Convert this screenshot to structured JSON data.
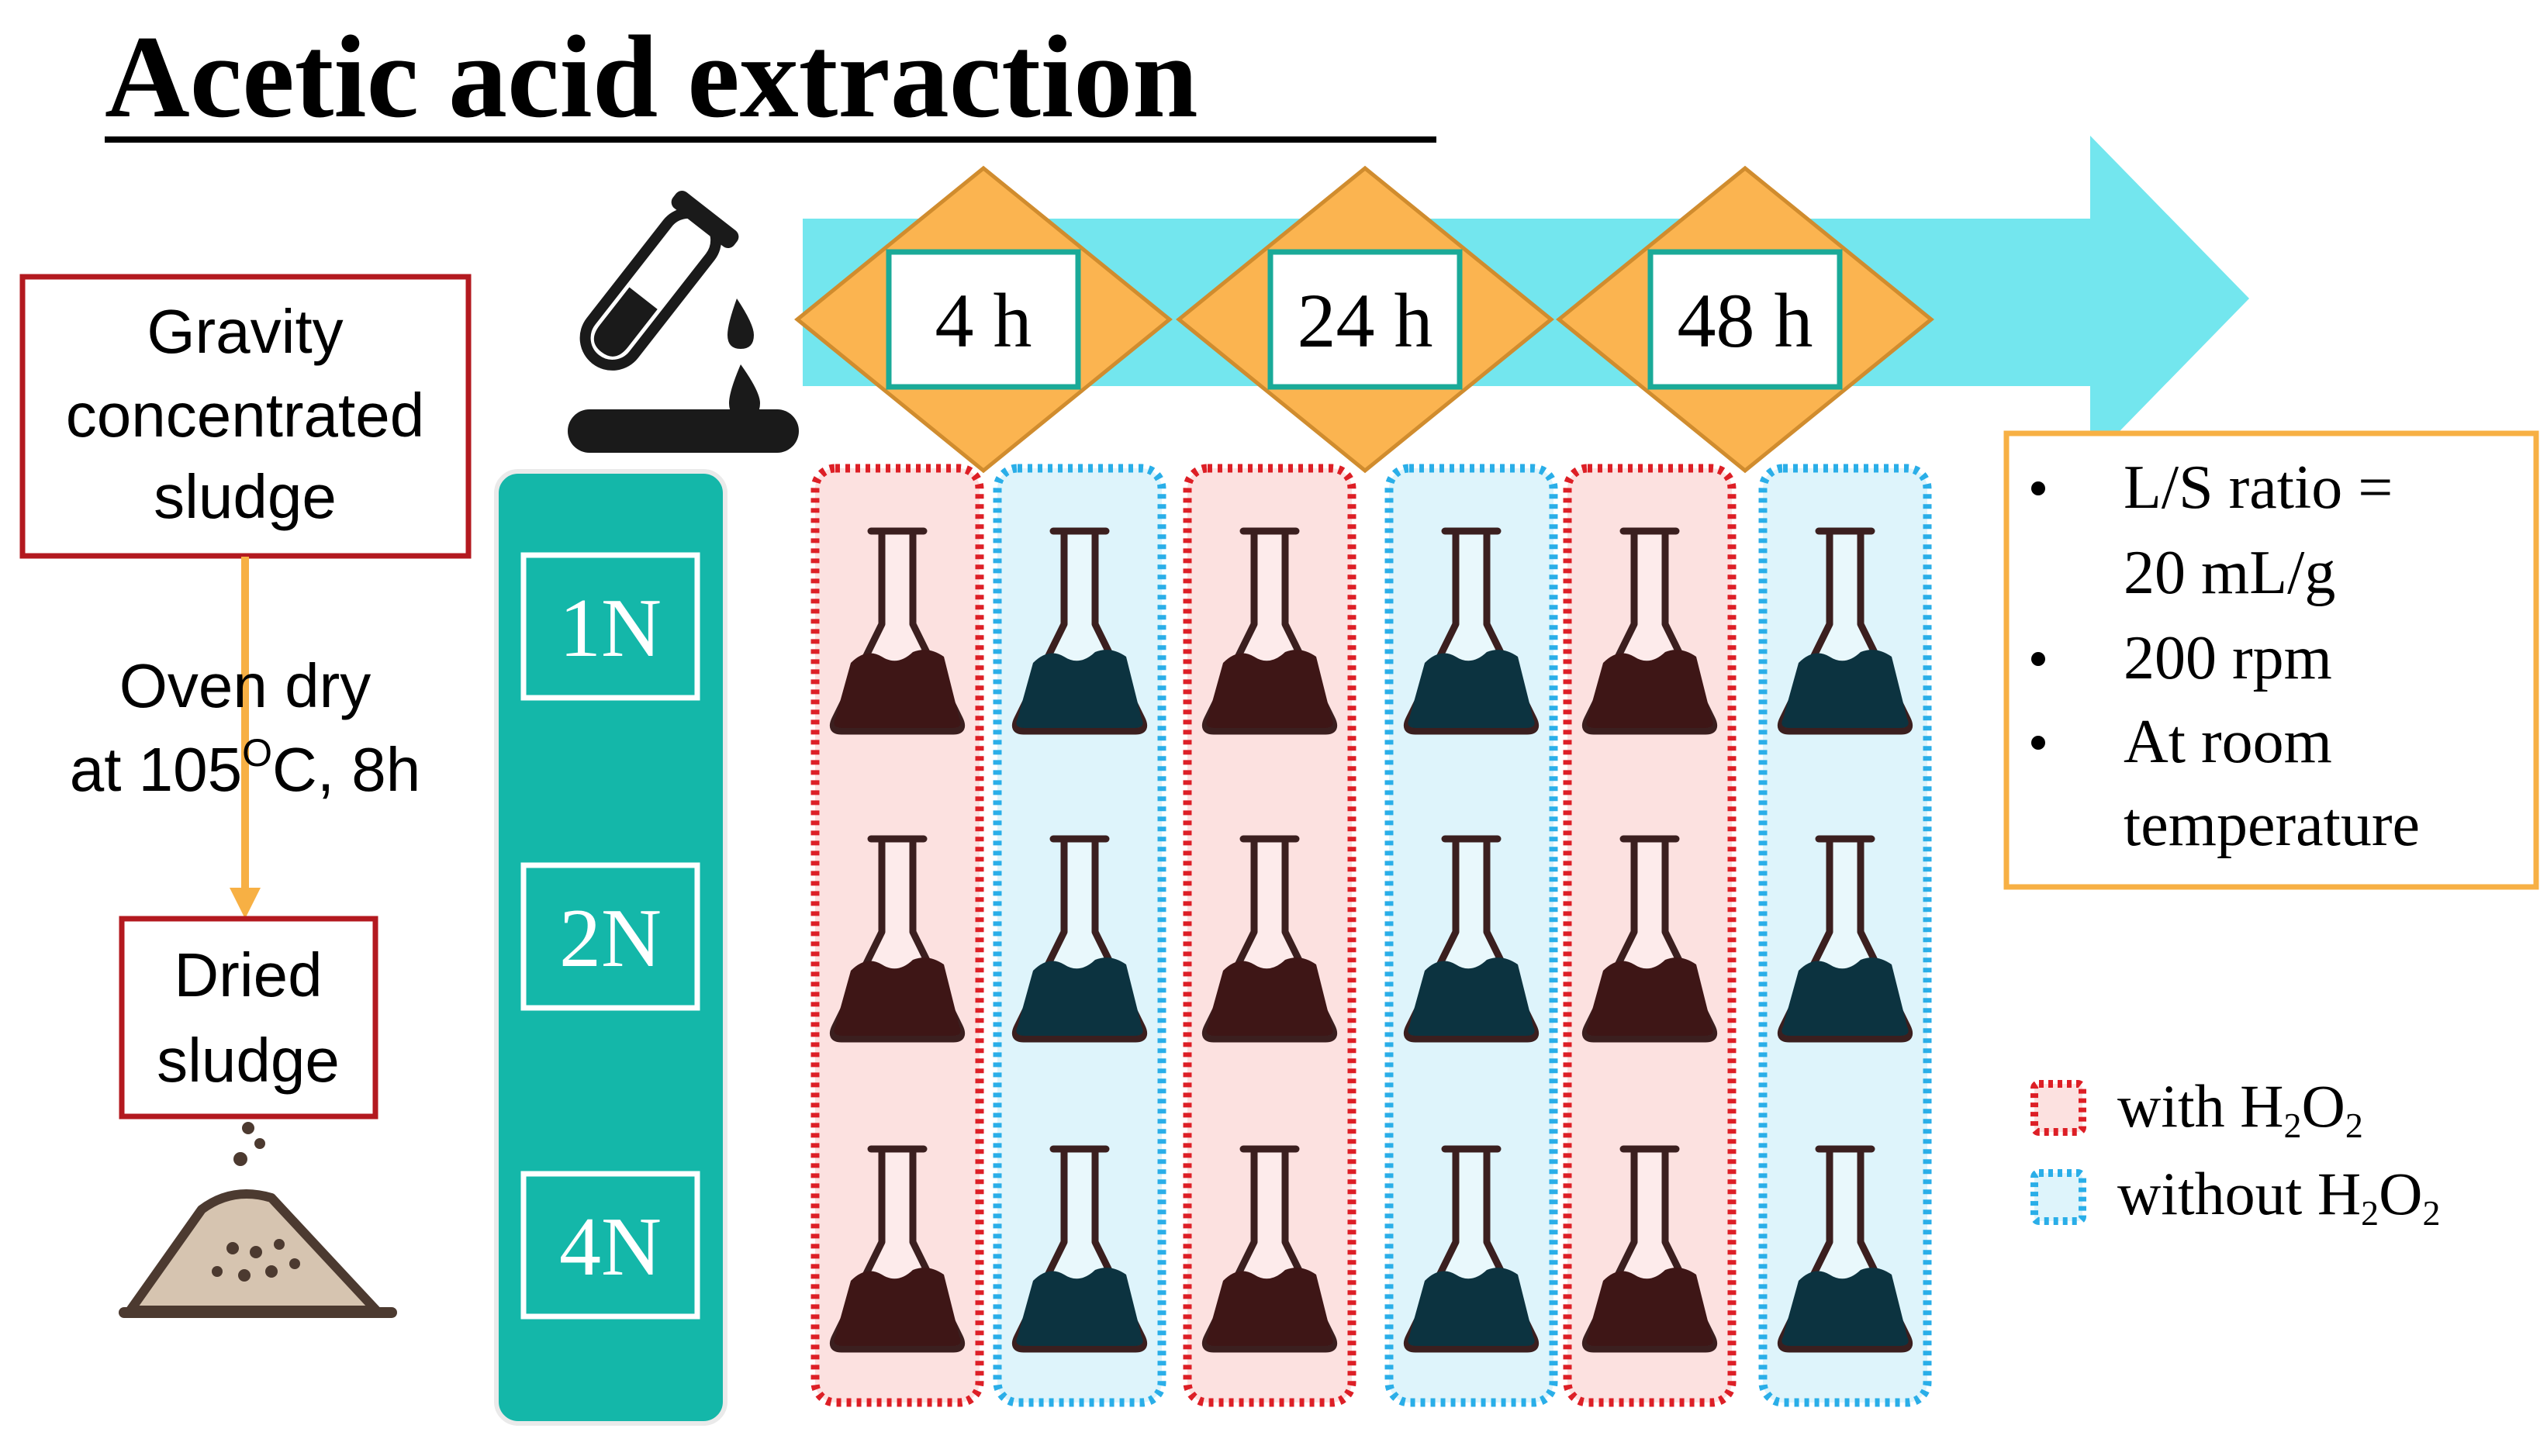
{
  "title": "Acetic acid extraction",
  "left_flow": {
    "box1": [
      "Gravity",
      "concentrated",
      "sludge"
    ],
    "step": [
      "Oven dry",
      "at 105",
      "O",
      "C, 8h"
    ],
    "box2": [
      "Dried",
      "sludge"
    ]
  },
  "timeline": {
    "times": [
      "4 h",
      "24 h",
      "48 h"
    ]
  },
  "concentrations": [
    "1N",
    "2N",
    "4N"
  ],
  "conditions": {
    "bullets": [
      "L/S ratio =",
      "20 mL/g",
      "200 rpm",
      "At room",
      "temperature"
    ]
  },
  "legend": {
    "with": {
      "prefix": "with H",
      "sub1": "2",
      "mid": "O",
      "sub2": "2"
    },
    "without": {
      "prefix": "without H",
      "sub1": "2",
      "mid": "O",
      "sub2": "2"
    }
  },
  "colors": {
    "arrow": "#73e6ee",
    "diamond": "#fbb450",
    "diamond_stroke": "#d08c2e",
    "time_box_stroke": "#1aaa98",
    "teal_panel": "#14b7a9",
    "red_box": "#b3191f",
    "red_dots": "#dd1f26",
    "blue_dots": "#2aaee8",
    "with_fill": "#fce1e0",
    "without_fill": "#def4fb",
    "flask_with_liquid": "#3e1616",
    "flask_without_liquid": "#0c3340",
    "conditions_stroke": "#f7b044"
  },
  "icons": [
    "test-tube-icon",
    "erlenmeyer-flask-icon",
    "powder-pile-icon"
  ]
}
